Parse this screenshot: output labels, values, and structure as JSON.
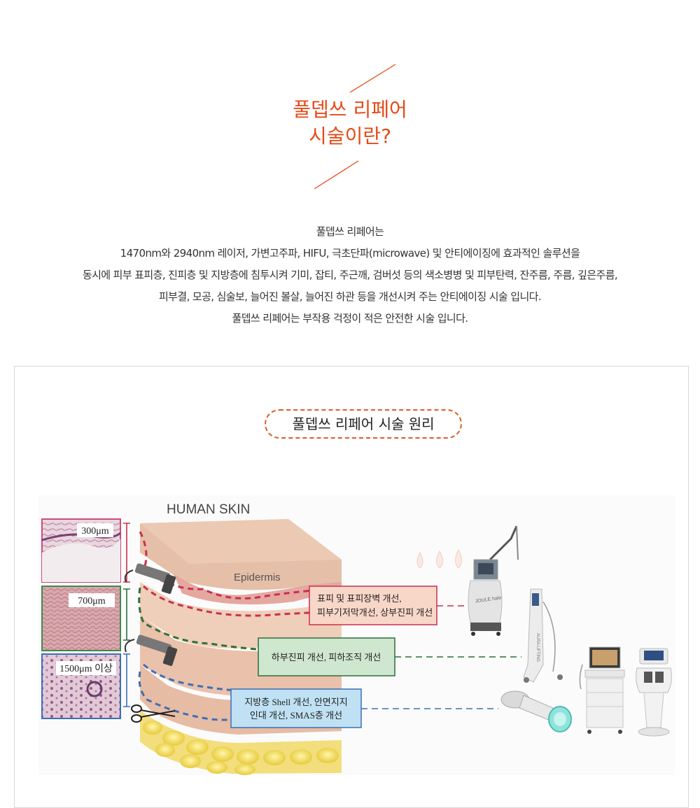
{
  "hero": {
    "title_line1": "풀뎁쓰 리페어",
    "title_line2": "시술이란?"
  },
  "description": {
    "lines": [
      "풀뎁쓰 리페어는",
      "1470nm와 2940nm 레이저, 가변고주파, HIFU, 극초단파(microwave) 및 안티에이징에 효과적인 솔루션을",
      "동시에 피부 표피층, 진피층 및 지방층에 침투시켜 기미, 잡티, 주근깨, 검버섯 등의 색소병병 및 피부탄력, 잔주름, 주름, 깊은주름,",
      "피부결, 모공, 심술보, 늘어진 볼살, 늘어진 하관 등을 개선시켜 주는 안티에이징 시술 입니다.",
      "풀뎁쓰 리페어는 부작용 걱정이 적은 안전한 시술 입니다."
    ]
  },
  "principle": {
    "heading": "풀뎁쓰 리페어 시술 원리",
    "skin_title": "HUMAN SKIN",
    "epidermis_label": "Epidermis",
    "depth_labels": [
      "300μm",
      "700μm",
      "1500μm 이상"
    ],
    "callout_1_line1": "표피 및 표피장벽 개선,",
    "callout_1_line2": "피부기저막개선, 상부진피 개선",
    "callout_2": "하부진피 개선, 피하조직 개선",
    "callout_3_line1": "지방층 Shell 개선, 안면지지",
    "callout_3_line2": "인대 개선, SMAS층 개선",
    "device_1_label": "JOULE halo",
    "device_2_label": "AURA LIFTING"
  },
  "colors": {
    "accent": "#e64a17",
    "red_layer": "#c8304f",
    "green_layer": "#2e6e3a",
    "blue_layer": "#3d6fb5"
  }
}
